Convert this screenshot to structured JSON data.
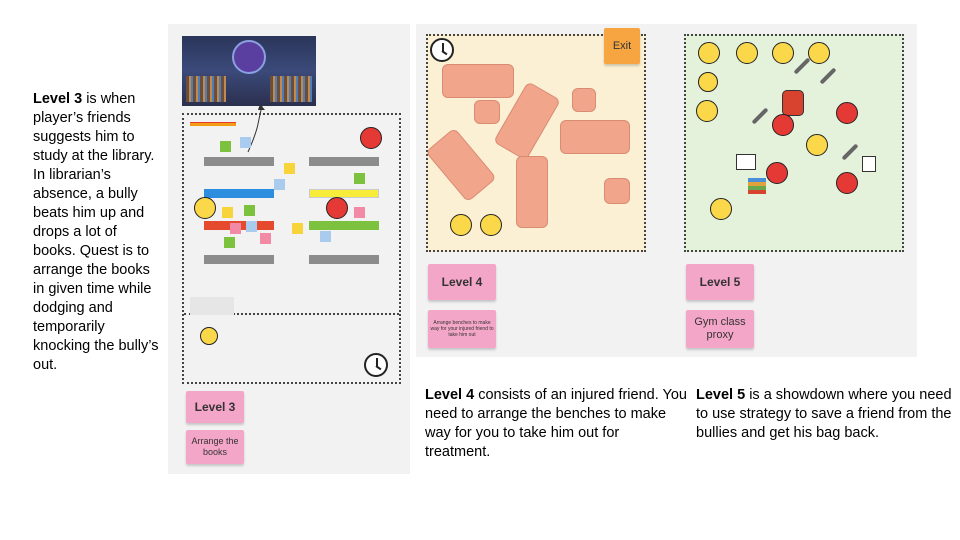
{
  "level3_description": {
    "bold": "Level 3",
    "rest": " is when player’s friends suggests him to study at the library. In librarian’s absence, a bully beats him up and drops a lot of books. Quest is to arrange the books in given time while dodging and temporarily knocking the bully’s out."
  },
  "level4_description": {
    "bold": "Level 4",
    "rest": " consists of an injured friend. You need to arrange the benches to make way for you to take him out for treatment."
  },
  "level5_description": {
    "bold": "Level 5",
    "rest": " is a showdown where you need to use strategy to save a friend from the bullies and get his bag back."
  },
  "board_level3": {
    "title_sticky": "Level 3",
    "sub_sticky": "Arrange the books"
  },
  "board_level4": {
    "title_sticky": "Level 4",
    "sub_sticky": "Arrange benches to make way for your injured friend to take him out",
    "exit_sticky": "Exit"
  },
  "board_level5": {
    "title_sticky": "Level 5",
    "sub_sticky": "Gym class proxy"
  },
  "colors": {
    "sticky_pink": "#f4a6c8",
    "exit_orange": "#f7a541",
    "bench_salmon": "#f1a58a",
    "level4_bg": "#fbf0d3",
    "level5_bg": "#e4f2dc",
    "emoji_yellow": "#fbd74a",
    "emoji_red": "#e53935"
  }
}
